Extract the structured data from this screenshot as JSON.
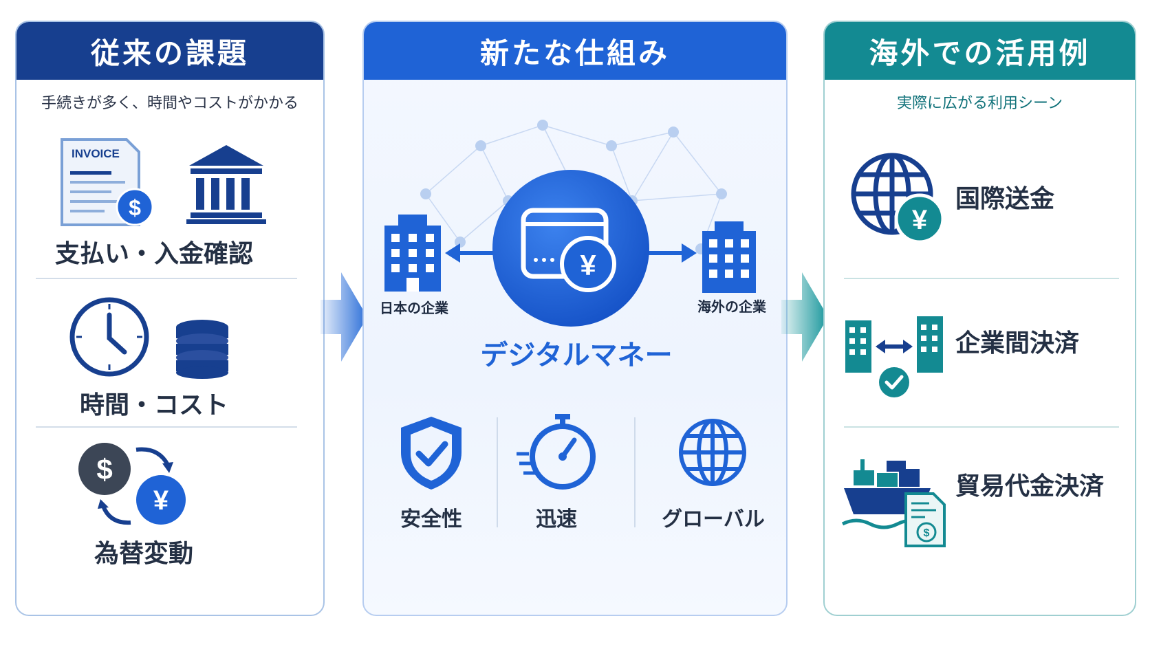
{
  "left": {
    "title": "従来の課題",
    "subtitle": "手続きが多く、時間やコストがかかる",
    "items": [
      {
        "label": "支払い・入金確認",
        "icons": [
          "invoice-icon",
          "bank-icon"
        ],
        "invoice_text": "INVOICE",
        "currency": "$"
      },
      {
        "label": "時間・コスト",
        "icons": [
          "clock-icon",
          "coins-icon"
        ]
      },
      {
        "label": "為替変動",
        "icons": [
          "currency-exchange-icon"
        ],
        "currency_a": "$",
        "currency_b": "¥"
      }
    ]
  },
  "middle": {
    "title": "新たな仕組み",
    "left_company": "日本の企業",
    "right_company": "海外の企業",
    "center_label": "デジタルマネー",
    "currency": "¥",
    "features": [
      {
        "label": "安全性",
        "icon": "shield-check-icon"
      },
      {
        "label": "迅速",
        "icon": "stopwatch-icon"
      },
      {
        "label": "グローバル",
        "icon": "globe-icon"
      }
    ]
  },
  "right": {
    "title": "海外での活用例",
    "subtitle": "実際に広がる利用シーン",
    "items": [
      {
        "label": "国際送金",
        "icon": "globe-yen-icon",
        "currency": "¥"
      },
      {
        "label": "企業間決済",
        "icon": "buildings-exchange-icon"
      },
      {
        "label": "貿易代金決済",
        "icon": "cargo-ship-icon",
        "currency": "$"
      }
    ]
  },
  "colors": {
    "navy": "#173f8f",
    "blue": "#1f63d6",
    "teal": "#138a92",
    "dark_text": "#243044"
  }
}
